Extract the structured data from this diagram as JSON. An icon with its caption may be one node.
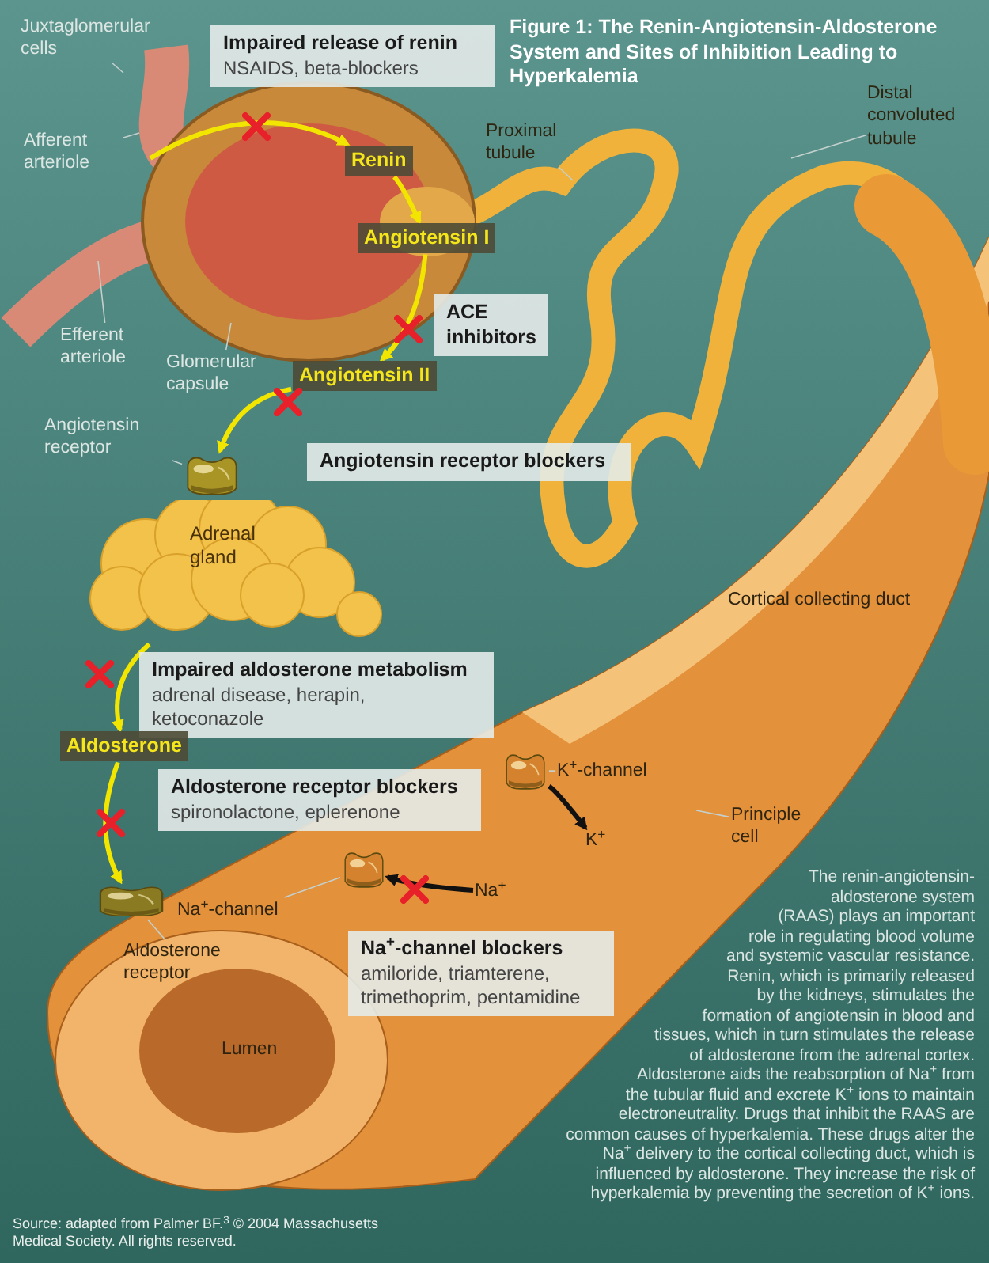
{
  "diagram": {
    "title": "Figure 1: The Renin-Angiotensin-Aldosterone System and Sites of Inhibition Leading to Hyperkalemia",
    "caption": "Source: adapted from Palmer BF.$^{3}$ © 2004 Massachusetts Medical Society. All rights reserved.",
    "nodes": [
      {
        "text": [
          "Juxtaglomerular cells"
        ]
      },
      {
        "text": [
          "Impaired release of renin",
          "NSAIDS, beta-blockers"
        ]
      },
      {
        "text": [
          "Afferent arteriole"
        ]
      },
      {
        "text": [
          "Renin"
        ]
      },
      {
        "text": [
          "Proximal tubule"
        ]
      },
      {
        "text": [
          "Distal convoluted tubule"
        ]
      },
      {
        "text": [
          "Angiotensin I"
        ]
      },
      {
        "text": [
          "Efferent arteriole"
        ]
      },
      {
        "text": [
          "ACE inhibitors"
        ]
      },
      {
        "text": [
          "Glomerular capsule"
        ]
      },
      {
        "text": [
          "Angiotensin II"
        ]
      },
      {
        "text": [
          "Angiotensin receptor"
        ]
      },
      {
        "text": [],
        "shape": "picture"
      },
      {
        "text": [
          "Angiotensin receptor blockers"
        ]
      },
      {
        "text": [
          "Adrenal gland"
        ]
      },
      {
        "text": [
          "Cortical collecting duct"
        ]
      },
      {
        "text": [
          "Impaired aldosterone metabolism",
          "adrenal disease, herapin, ketoconazole"
        ]
      },
      {
        "text": [
          "Aldosterone"
        ]
      },
      {
        "text": [
          "Aldosterone receptor blockers",
          "spironolactone, eplerenone"
        ]
      },
      {
        "text": [
          "K$^{+}$-channel"
        ]
      },
      {
        "text": [],
        "shape": "picture"
      },
      {
        "text": [
          "K$^{+}$"
        ]
      },
      {
        "text": [
          "Principle cell"
        ]
      },
      {
        "text": [
          "Na$^{+}$"
        ]
      },
      {
        "text": [],
        "shape": "picture"
      },
      {
        "text": [
          "Na$^{+}$-channel"
        ]
      },
      {
        "text": [],
        "shape": "picture"
      },
      {
        "text": [
          "Aldosterone receptor"
        ]
      },
      {
        "text": [
          "Na$^{+}$-channel blockers",
          "amiloride, triamterene, trimethoprim, pentamidine"
        ]
      },
      {
        "text": [
          "Lumen"
        ]
      }
    ],
    "edges": [
      {
        "from": null,
        "to": 3,
        "arrow": "to",
        "color": "#f2e600",
        "style": "thick"
      },
      {
        "from": 3,
        "to": 6,
        "arrow": "to",
        "color": "#f2e600",
        "style": "thick"
      },
      {
        "from": 6,
        "to": 10,
        "arrow": "to",
        "color": "#f2e600",
        "style": "thick"
      },
      {
        "from": 10,
        "to": 12,
        "arrow": "to",
        "color": "#f2e600",
        "style": "thick"
      },
      {
        "from": 14,
        "to": 17,
        "arrow": "to",
        "color": "#f2e600",
        "style": "thick"
      },
      {
        "from": 17,
        "to": 26,
        "arrow": "to",
        "color": "#f2e600",
        "style": "thick"
      },
      {
        "from": 20,
        "to": 21,
        "arrow": "to",
        "color": "#111111",
        "style": "thick"
      },
      {
        "from": 23,
        "to": 24,
        "arrow": "to",
        "color": "#111111",
        "style": "thick"
      },
      {
        "from": 0,
        "to": null,
        "arrow": "none"
      },
      {
        "from": 2,
        "to": null,
        "arrow": "none"
      },
      {
        "from": 4,
        "to": null,
        "arrow": "none"
      },
      {
        "from": 5,
        "to": null,
        "arrow": "none"
      },
      {
        "from": 7,
        "to": null,
        "arrow": "none"
      },
      {
        "from": 9,
        "to": null,
        "arrow": "none"
      },
      {
        "from": 11,
        "to": 12,
        "arrow": "none"
      },
      {
        "from": 19,
        "to": 20,
        "arrow": "none"
      },
      {
        "from": 22,
        "to": null,
        "arrow": "none"
      },
      {
        "from": 25,
        "to": 24,
        "arrow": "none"
      },
      {
        "from": 27,
        "to": 26,
        "arrow": "none"
      }
    ],
    "labels": [
      "The renin-angiotensin-aldosterone system (RAAS) plays an important role in regulating blood volume and systemic vascular resistance. Renin, which is primarily released by the kidneys, stimulates the formation of angiotensin in blood and tissues, which in turn stimulates the release of aldosterone from the adrenal cortex. Aldosterone aids the reabsorption of Na$^{+}$ from the tubular fluid and excrete K$^{+}$ ions to maintain electroneutrality. Drugs that inhibit the RAAS are common causes of hyperkalemia. These drugs alter the Na$^{+}$ delivery to the cortical collecting duct, which is influenced by aldosterone. They increase the risk of hyperkalemia by preventing the secretion of K$^{+}$ ions."
    ]
  }
}
